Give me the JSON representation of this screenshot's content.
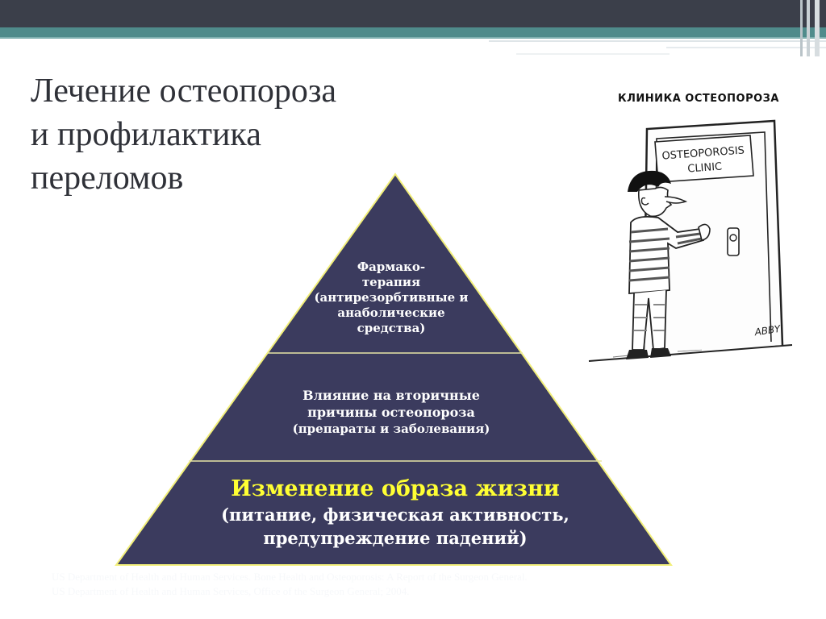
{
  "title": {
    "lines": [
      "Лечение остеопороза",
      "и профилактика",
      "переломов"
    ]
  },
  "cartoon": {
    "caption": "КЛИНИКА ОСТЕОПОРОЗА",
    "door_sign_line1": "OSTEOPOROSIS",
    "door_sign_line2": "CLINIC",
    "signature": "ABBY"
  },
  "pyramid": {
    "top": {
      "line1": "Фармако-",
      "line2": "терапия",
      "line3": "(антирезорбтивные и",
      "line4": "анаболические",
      "line5": "средства)"
    },
    "middle": {
      "line1": "Влияние на вторичные",
      "line2": "причины остеопороза",
      "line3": "(препараты и заболевания)"
    },
    "bottom": {
      "heading": "Изменение образа жизни",
      "line2": "(питание, физическая активность,",
      "line3": "предупреждение падений)"
    }
  },
  "source": {
    "line1": "US Department of Health and Human Services. Bone Health and Osteoporosis: A Report of the Surgeon General.",
    "line2": "US Department of Health and Human Services, Office of the Surgeon General; 2004."
  },
  "colors": {
    "pyramid_fill": "#3b3b5e",
    "pyramid_border": "#f2ef7a",
    "highlight_text": "#ffff33",
    "topbar": "#3b3f4a",
    "teal": "#4f8b8b"
  }
}
